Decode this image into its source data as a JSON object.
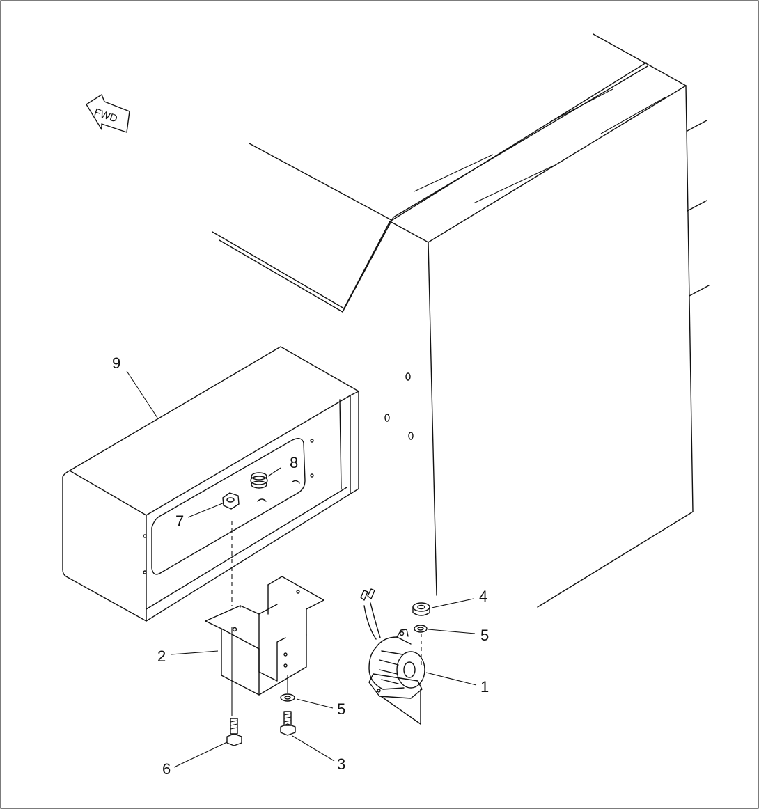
{
  "direction_indicator": {
    "text": "FWD"
  },
  "callouts": [
    {
      "id": "callout-1",
      "label": "1"
    },
    {
      "id": "callout-2",
      "label": "2"
    },
    {
      "id": "callout-3",
      "label": "3"
    },
    {
      "id": "callout-4",
      "label": "4"
    },
    {
      "id": "callout-5a",
      "label": "5"
    },
    {
      "id": "callout-5b",
      "label": "5"
    },
    {
      "id": "callout-6",
      "label": "6"
    },
    {
      "id": "callout-7",
      "label": "7"
    },
    {
      "id": "callout-8",
      "label": "8"
    },
    {
      "id": "callout-9",
      "label": "9"
    }
  ]
}
